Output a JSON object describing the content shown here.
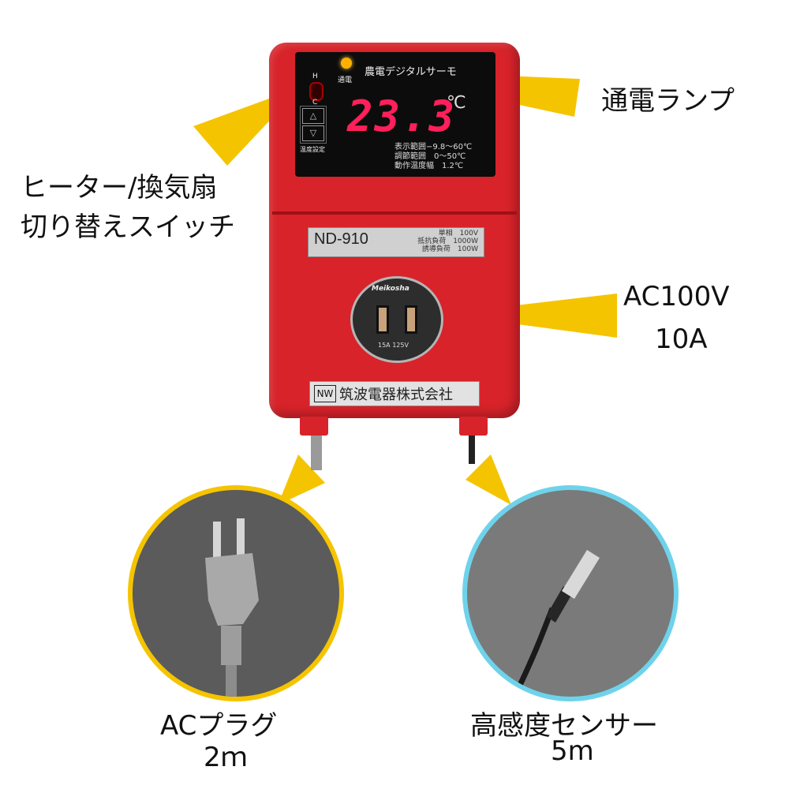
{
  "device": {
    "top_label": "農電デジタルサーモ",
    "lamp_small_label": "通電",
    "switch_h": "H",
    "switch_c": "C",
    "temp_set_label": "温度設定",
    "display_value": "23.3",
    "display_unit": "℃",
    "spec_lines": [
      "表示範囲−9.8〜60℃",
      "調節範囲　0〜50℃",
      "動作温度幅　1.2℃"
    ],
    "model": "ND-910",
    "plate_specs": [
      "単相　100V",
      "抵抗負荷　1000W",
      "誘導負荷　100W"
    ],
    "outlet_brand": "Meikosha",
    "outlet_rating": "15A 125V",
    "maker": "筑波電器株式会社",
    "maker_logo": "NW"
  },
  "callouts": {
    "lamp": "通電ランプ",
    "switch_line1": "ヒーター/換気扇",
    "switch_line2": "切り替えスイッチ",
    "outlet_line1": "AC100V",
    "outlet_line2": "10A",
    "plug_line1": "ACプラグ",
    "plug_line2": "2ｍ",
    "sensor_line1": "高感度センサー",
    "sensor_line2": "5m"
  },
  "colors": {
    "device_red": "#d8232a",
    "pointer_yellow": "#f5c400",
    "sensor_ring": "#6ed3ea",
    "display": "#ff1f5a"
  },
  "icons": {
    "up": "triangle-up-icon",
    "down": "triangle-down-icon"
  }
}
